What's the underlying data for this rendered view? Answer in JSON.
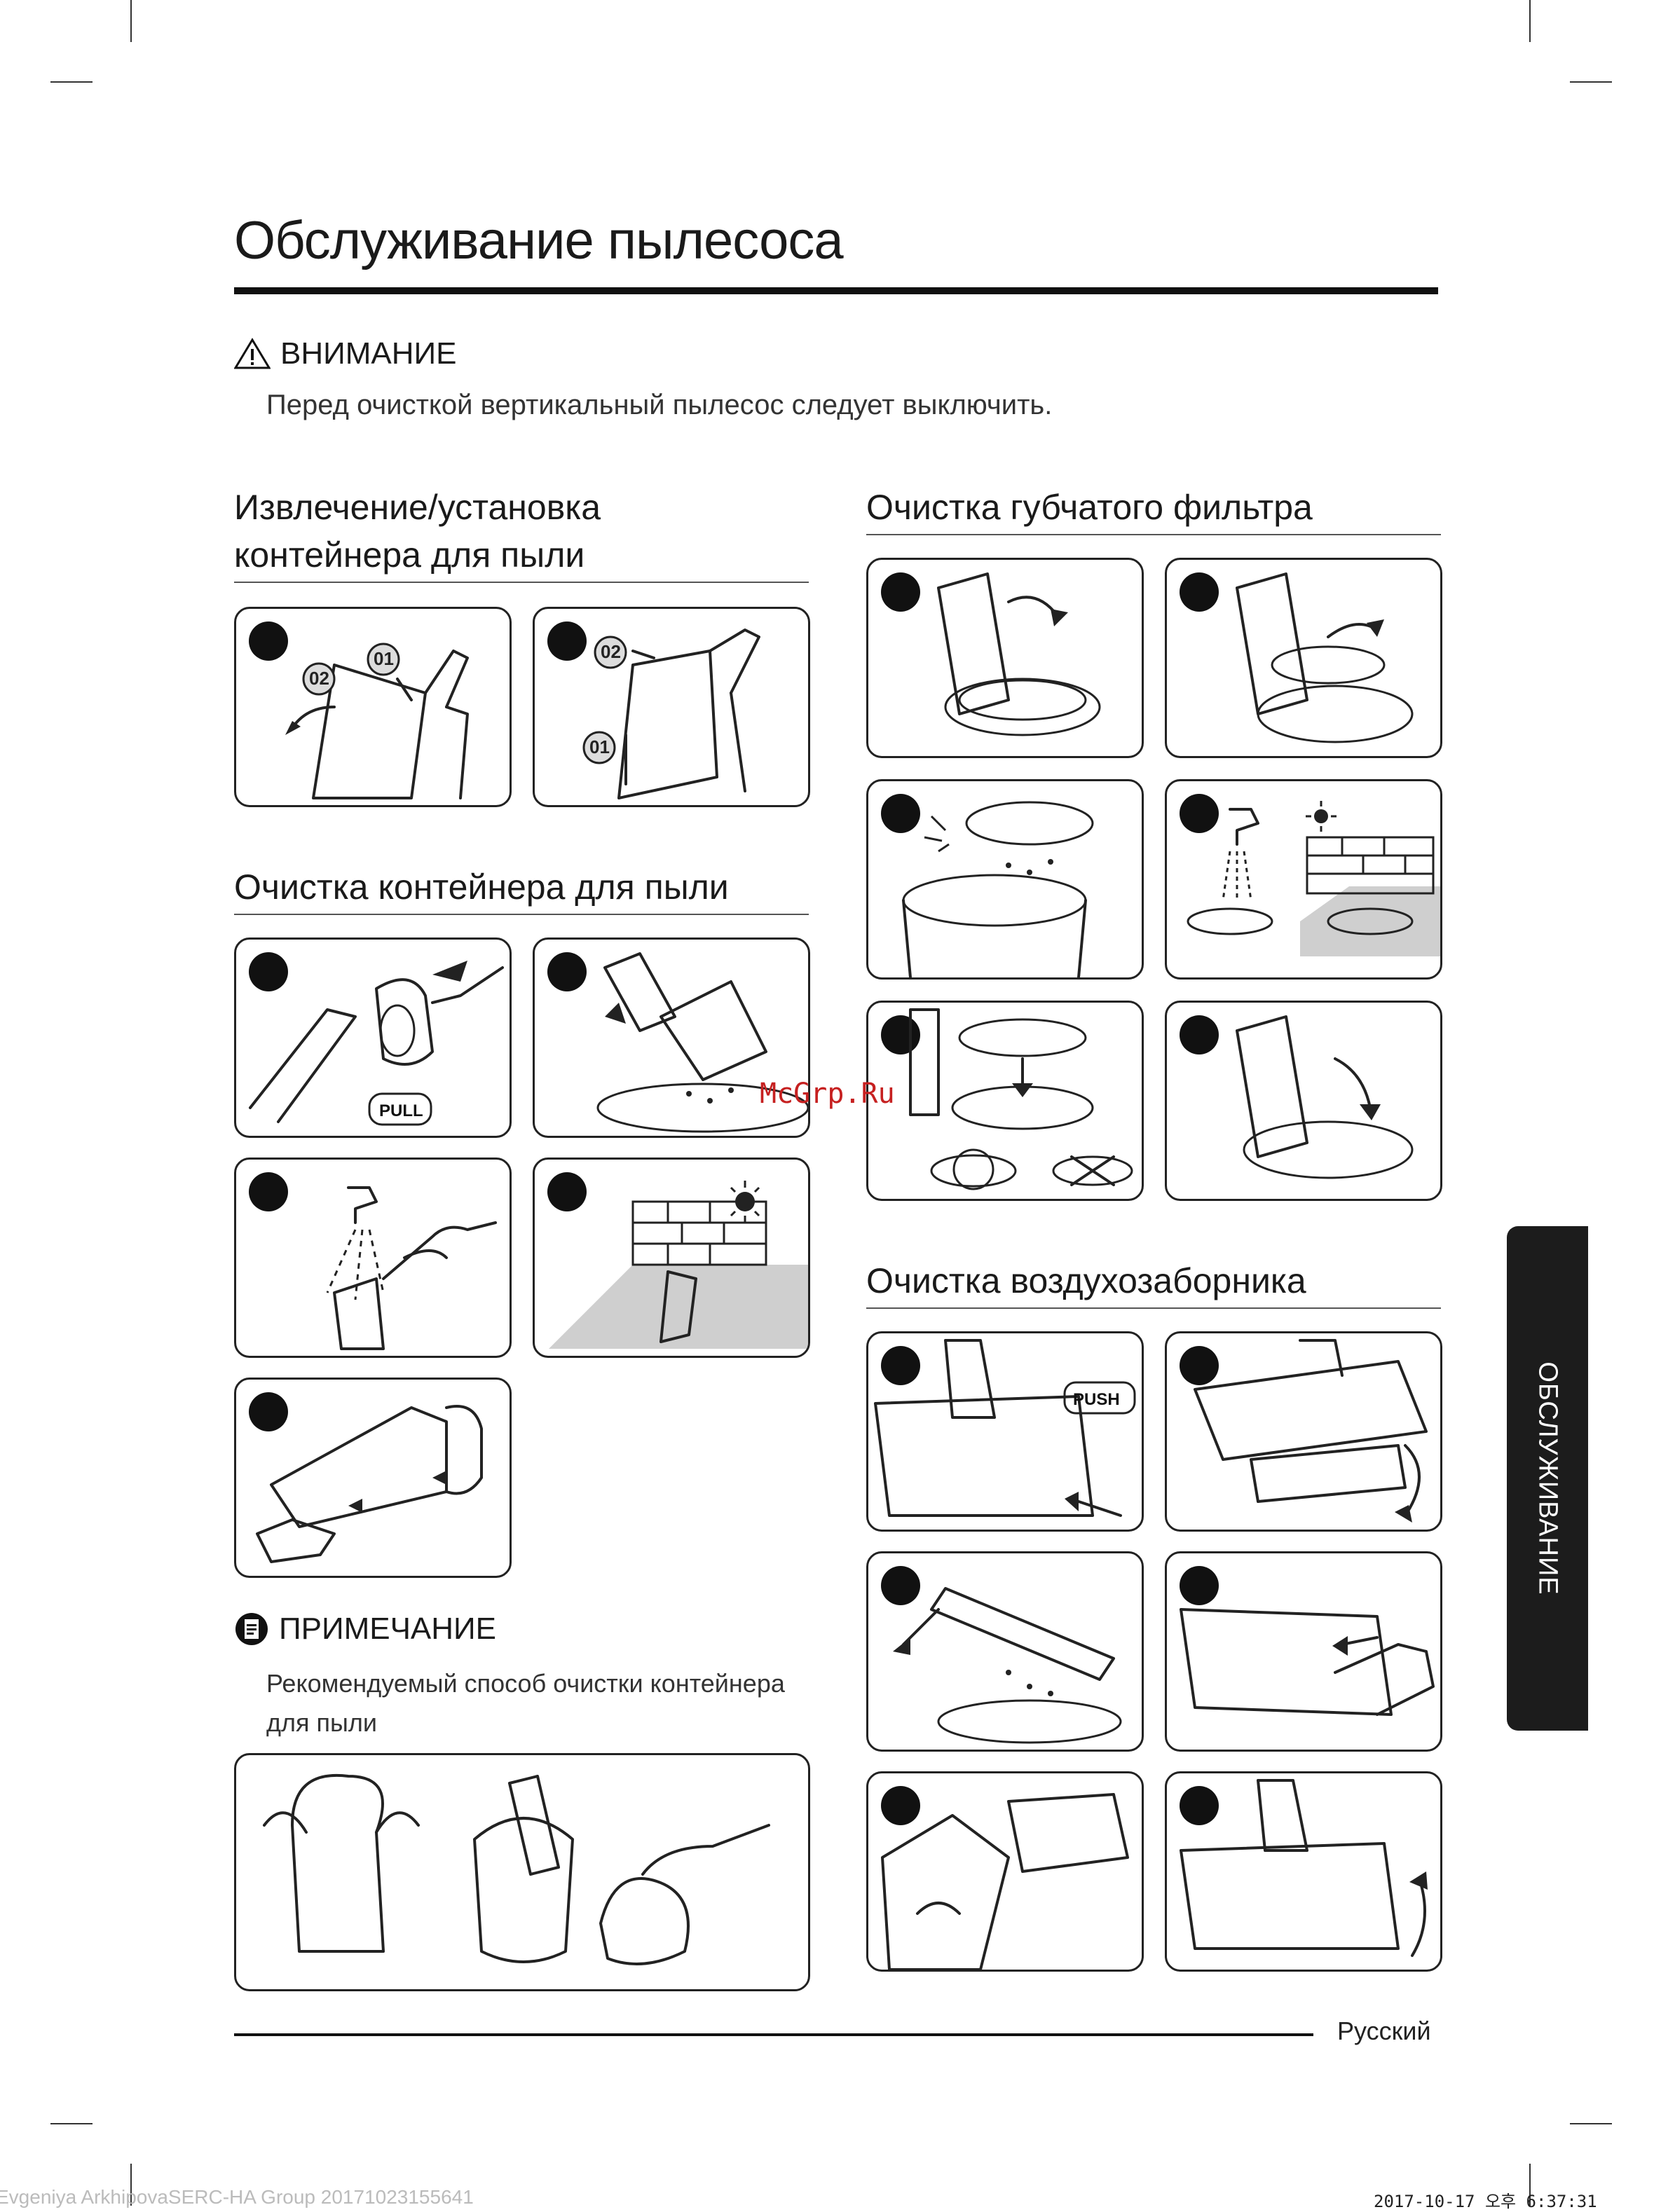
{
  "page": {
    "title": "Обслуживание пылесоса",
    "language": "Русский",
    "side_tab": "ОБСЛУЖИВАНИЕ"
  },
  "warning": {
    "label": "ВНИМАНИЕ",
    "text": "Перед очисткой вертикальный пылесос следует выключить."
  },
  "sections": {
    "remove_install": "Извлечение/установка контейнера для пыли",
    "clean_container": "Очистка контейнера для пыли",
    "clean_sponge": "Очистка губчатого фильтра",
    "clean_intake": "Очистка воздухозаборника"
  },
  "labels": {
    "step_01": "01",
    "step_02": "02",
    "pull": "PULL",
    "push": "PUSH"
  },
  "note": {
    "label": "ПРИМЕЧАНИЕ",
    "text": "Рекомендуемый способ очистки контейнера для пыли"
  },
  "watermark": "McGrp.Ru",
  "footer": {
    "left_meta": "Evgeniya ArkhipovaSERC-HA Group 20171023155641",
    "right_meta": "2017-10-17   오후 6:37:31"
  },
  "icons": [
    "warning-triangle-icon",
    "note-document-icon",
    "sun-icon",
    "faucet-icon",
    "arrow-icon"
  ]
}
